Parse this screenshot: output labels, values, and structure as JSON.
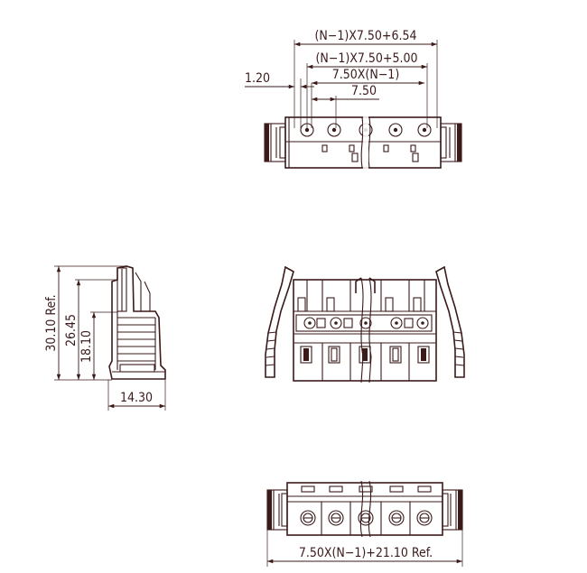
{
  "top_view": {
    "dims": [
      "(N−1)X7.50+6.54",
      "(N−1)X7.50+5.00",
      "7.50X(N−1)",
      "7.50",
      "1.20"
    ]
  },
  "side_view": {
    "dims": [
      "30.10  Ref.",
      "26.45",
      "18.10",
      "14.30"
    ]
  },
  "bottom_view": {
    "dims": [
      "7.50X(N−1)+21.10  Ref."
    ]
  }
}
